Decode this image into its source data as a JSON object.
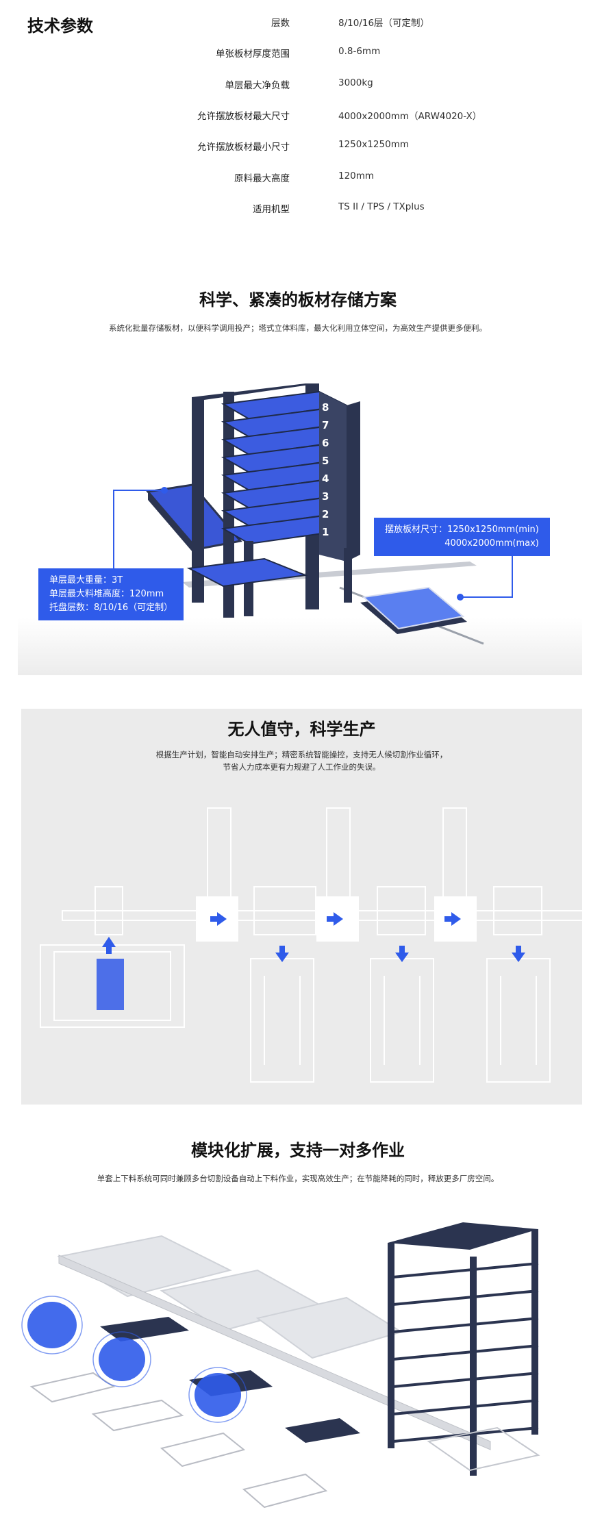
{
  "specs": {
    "title": "技术参数",
    "rows": [
      {
        "label": "层数",
        "value": "8/10/16层（可定制）"
      },
      {
        "label": "单张板材厚度范围",
        "value": "0.8-6mm"
      },
      {
        "label": "单层最大净负载",
        "value": "3000kg"
      },
      {
        "label": "允许摆放板材最大尺寸",
        "value": "4000x2000mm（ARW4020-X）"
      },
      {
        "label": "允许摆放板材最小尺寸",
        "value": "1250x1250mm"
      },
      {
        "label": "原料最大高度",
        "value": "120mm"
      },
      {
        "label": "适用机型",
        "value": "TS II / TPS / TXplus"
      }
    ]
  },
  "section_storage": {
    "title": "科学、紧凑的板材存储方案",
    "desc": "系统化批量存储板材，以便科学调用投产；塔式立体料库，最大化利用立体空间，为高效生产提供更多便利。",
    "layer_numbers": [
      "8",
      "7",
      "6",
      "5",
      "4",
      "3",
      "2",
      "1"
    ],
    "callout_left": [
      "单层最大重量：3T",
      "单层最大料堆高度：120mm",
      "托盘层数：8/10/16（可定制）"
    ],
    "callout_right": [
      "摆放板材尺寸：1250x1250mm(min)",
      "4000x2000mm(max)"
    ],
    "accent": "#2f5bea",
    "frame_color": "#2b3450"
  },
  "section_unmanned": {
    "title": "无人值守，科学生产",
    "desc_lines": [
      "根据生产计划，智能自动安排生产；精密系统智能操控，支持无人候切割作业循环，",
      "节省人力成本更有力规避了人工作业的失误。"
    ]
  },
  "section_modular": {
    "title": "模块化扩展，支持一对多作业",
    "desc": "单套上下料系统可同时兼顾多台切割设备自动上下料作业，实现高效生产；在节能降耗的同时，释放更多厂房空间。"
  }
}
